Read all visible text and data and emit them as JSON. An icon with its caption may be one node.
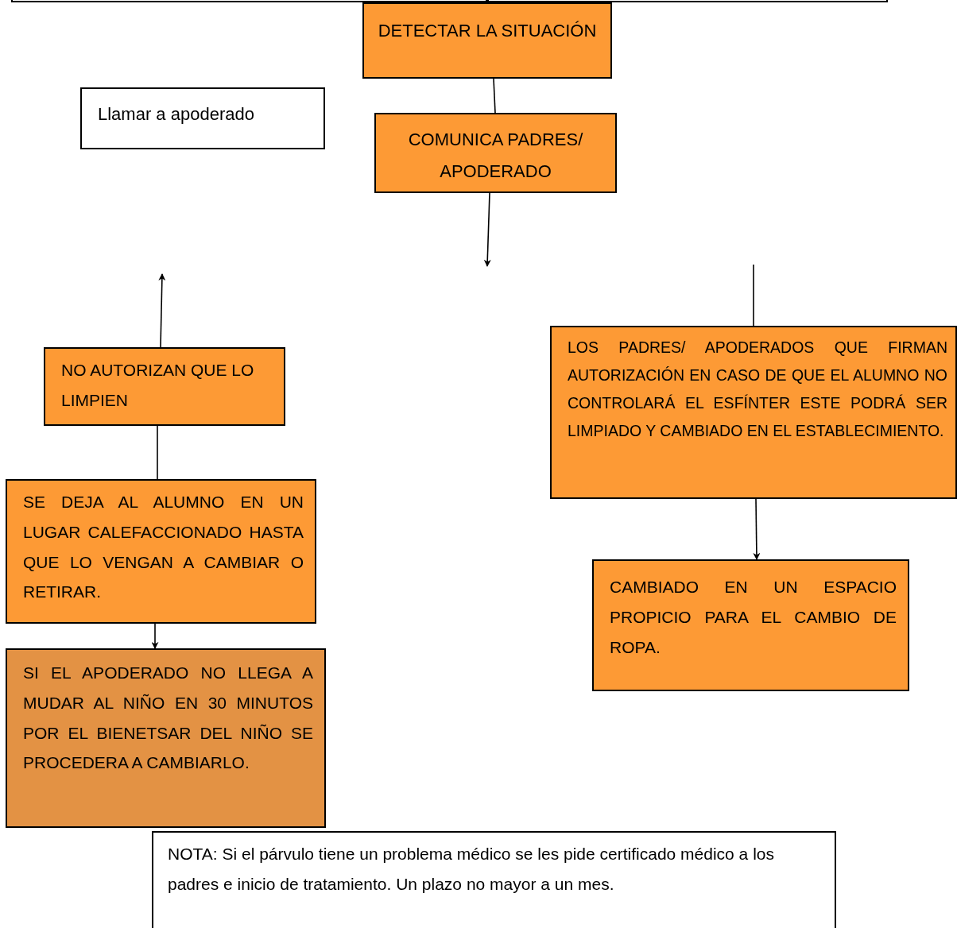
{
  "diagram": {
    "nodes": [
      {
        "text": [],
        "shape": "box"
      },
      {
        "text": [],
        "shape": "box"
      },
      {
        "text": [
          "DETECTAR LA SITUACIÓN"
        ]
      },
      {
        "text": [
          "Llamar a apoderado"
        ]
      },
      {
        "text": [
          "COMUNICA PADRES/ APODERADO"
        ]
      },
      {
        "text": [
          "NO AUTORIZAN QUE LO LIMPIEN"
        ]
      },
      {
        "text": [
          "SE DEJA AL ALUMNO EN UN LUGAR CALEFACCIONADO HASTA QUE LO VENGAN A CAMBIAR O RETIRAR."
        ]
      },
      {
        "text": [
          "SI EL APODERADO NO LLEGA A MUDAR AL NIÑO EN 30 MINUTOS POR EL BIENETSAR DEL NIÑO SE PROCEDERA A CAMBIARLO."
        ]
      },
      {
        "text": [
          "LOS PADRES/ APODERADOS QUE FIRMAN AUTORIZACIÓN EN CASO DE QUE EL ALUMNO NO CONTROLARÁ EL ESFÍNTER ESTE PODRÁ SER LIMPIADO Y CAMBIADO EN EL ESTABLECIMIENTO."
        ]
      },
      {
        "text": [
          "CAMBIADO EN UN ESPACIO PROPICIO PARA EL CAMBIO DE ROPA."
        ]
      },
      {
        "text": [
          "NOTA: Si el párvulo tiene un problema médico se les pide certificado médico a los padres e inicio de tratamiento. Un plazo no mayor a un mes."
        ]
      }
    ],
    "edges": [
      {
        "from": 2,
        "to": 4,
        "arrow": "none"
      },
      {
        "from": 4,
        "to": null,
        "arrow": "to"
      },
      {
        "from": 5,
        "to": null,
        "arrow": "to"
      },
      {
        "from": null,
        "to": 8,
        "arrow": "none"
      },
      {
        "from": 8,
        "to": 9,
        "arrow": "to"
      },
      {
        "from": 5,
        "to": 6,
        "arrow": "none"
      },
      {
        "from": 6,
        "to": 7,
        "arrow": "to"
      }
    ]
  }
}
